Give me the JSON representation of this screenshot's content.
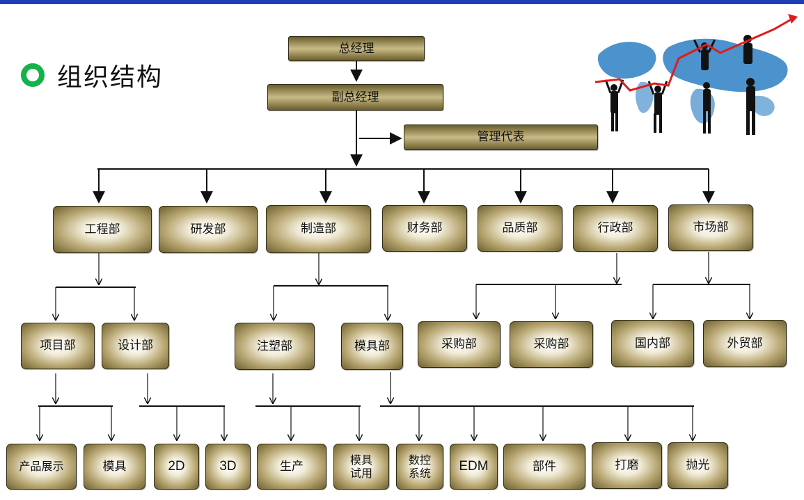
{
  "heading": {
    "text": "组织结构"
  },
  "colors": {
    "topbar": "#1f3fb8",
    "bullet": "#13b24a",
    "box_dark": "#6e6131",
    "box_light": "#f1ecd8",
    "trend_arrow": "#e11b1b",
    "map": "#2d7fc4"
  },
  "org": {
    "gm": "总经理",
    "deputy": "副总经理",
    "mgmt_rep": "管理代表",
    "departments": {
      "engineering": "工程部",
      "rnd": "研发部",
      "manufacturing": "制造部",
      "finance": "财务部",
      "quality": "品质部",
      "admin": "行政部",
      "marketing": "市场部"
    },
    "sub": {
      "project": "项目部",
      "design": "设计部",
      "injection": "注塑部",
      "mold": "模具部",
      "purchase1": "采购部",
      "purchase2": "采购部",
      "domestic": "国内部",
      "foreign": "外贸部"
    },
    "leaf": {
      "product_display": "产品展示",
      "mold": "模具",
      "d2": "2D",
      "d3": "3D",
      "production": "生产",
      "mold_trial_1": "模具",
      "mold_trial_2": "试用",
      "cnc_1": "数控",
      "cnc_2": "系统",
      "edm": "EDM",
      "parts": "部件",
      "grinding": "打磨",
      "polishing": "抛光"
    }
  },
  "icons": {
    "illustration": "business-growth-world-map-icon"
  }
}
